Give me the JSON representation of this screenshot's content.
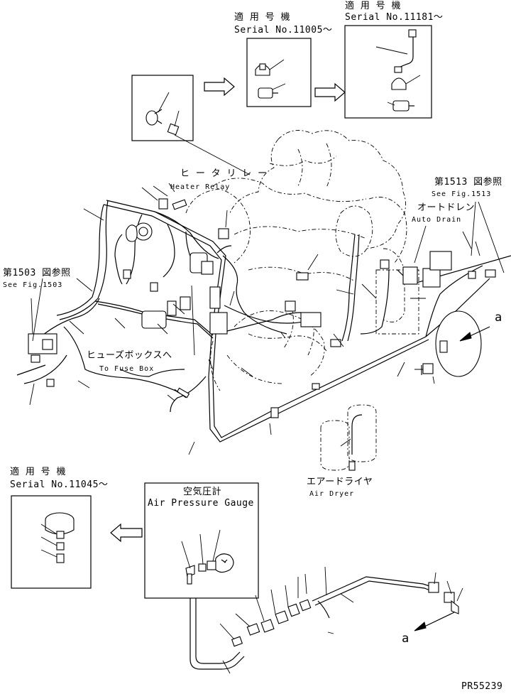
{
  "callouts": {
    "serial_11005": {
      "jp": "適 用 号 機",
      "en": "Serial No.11005～"
    },
    "serial_11181": {
      "jp": "適 用 号 機",
      "en": "Serial No.11181～"
    },
    "serial_11045": {
      "jp": "適 用 号 機",
      "en": "Serial No.11045～"
    },
    "heater_relay": {
      "jp": "ヒ ー タ リ レ ー",
      "en": "Heater Relay"
    },
    "see_fig_1513": {
      "jp": "第1513 図参照",
      "en": "See Fig.1513"
    },
    "see_fig_1503": {
      "jp": "第1503 図参照",
      "en": "See Fig.1503"
    },
    "auto_drain": {
      "jp": "オートドレン",
      "en": "Auto Drain"
    },
    "fuse_box": {
      "jp": "ヒューズボックスへ",
      "en": "To Fuse Box"
    },
    "air_dryer": {
      "jp": "エアードライヤ",
      "en": "Air Dryer"
    },
    "air_pressure_gauge": {
      "jp": "空気圧計",
      "en": "Air Pressure Gauge"
    }
  },
  "ref_marks": {
    "a_upper": "a",
    "a_lower": "a"
  },
  "drawing_number": "PR55239"
}
